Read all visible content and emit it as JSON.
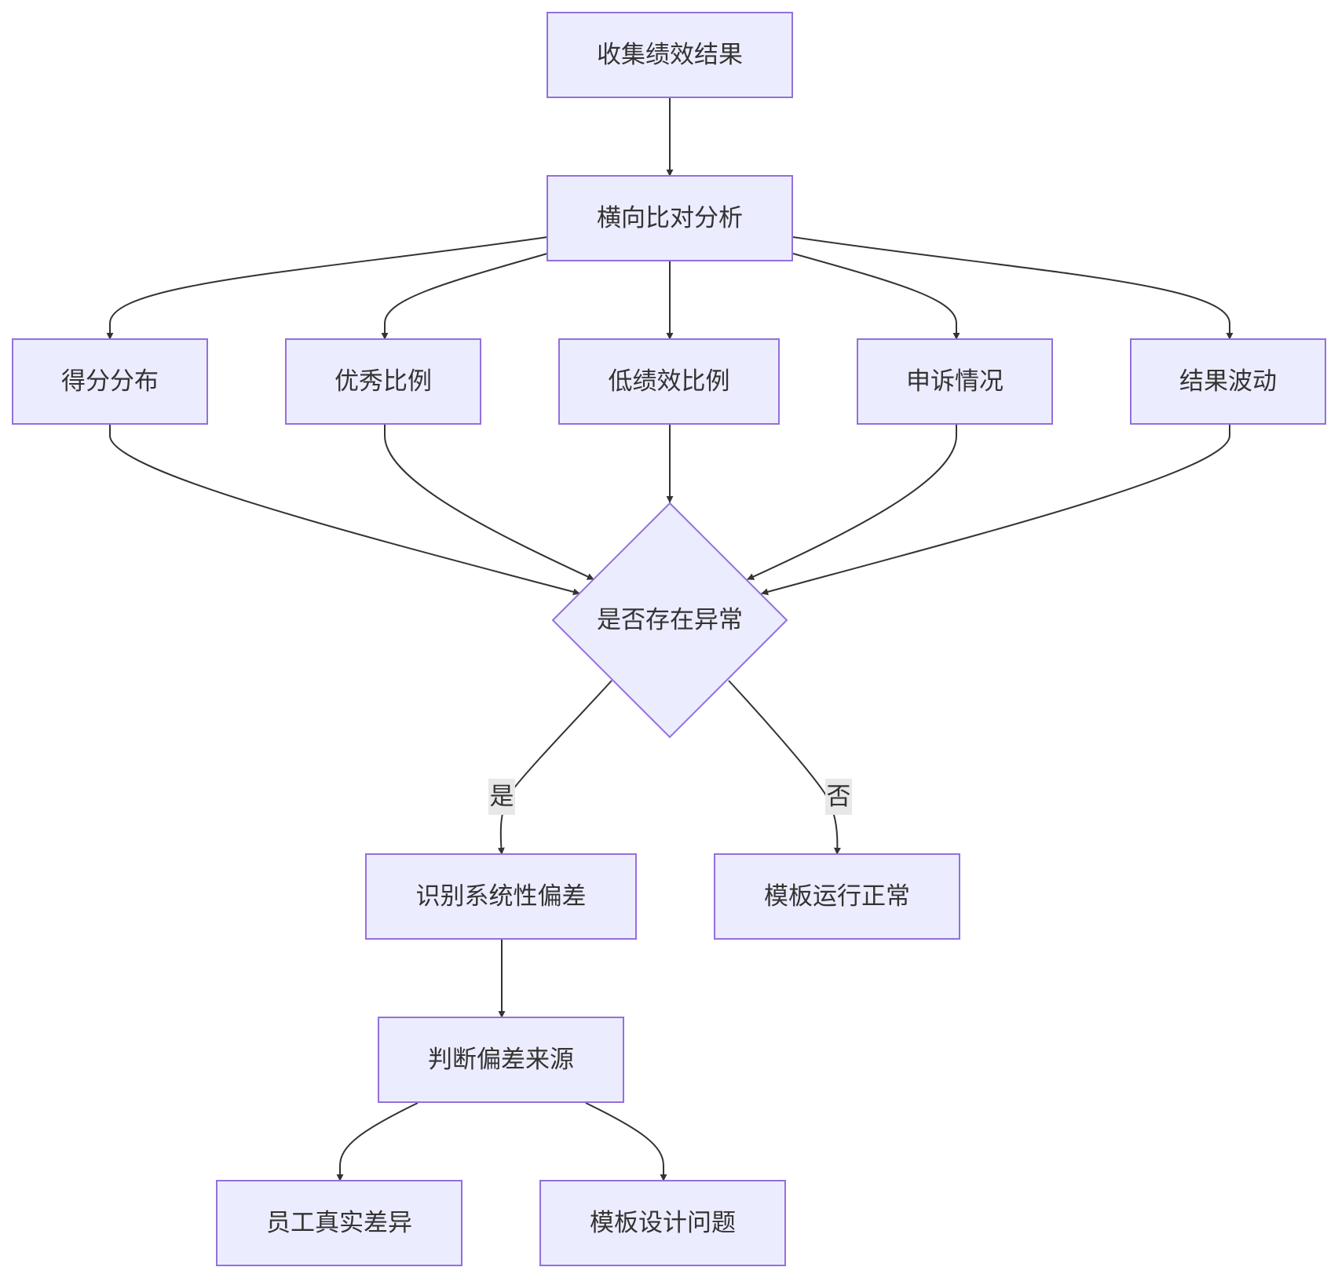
{
  "nodes": {
    "collect": "收集绩效结果",
    "compare": "横向比对分析",
    "score_dist": "得分分布",
    "excellent_ratio": "优秀比例",
    "low_ratio": "低绩效比例",
    "appeal": "申诉情况",
    "fluctuation": "结果波动",
    "anomaly": "是否存在异常",
    "identify_bias": "识别系统性偏差",
    "template_ok": "模板运行正常",
    "judge_source": "判断偏差来源",
    "employee_diff": "员工真实差异",
    "template_issue": "模板设计问题"
  },
  "edge_labels": {
    "yes": "是",
    "no": "否"
  },
  "colors": {
    "node_fill": "#ECECFF",
    "node_stroke": "#9370DB",
    "edge": "#333333",
    "label_bg": "#E8E8E8",
    "text": "#333333"
  }
}
